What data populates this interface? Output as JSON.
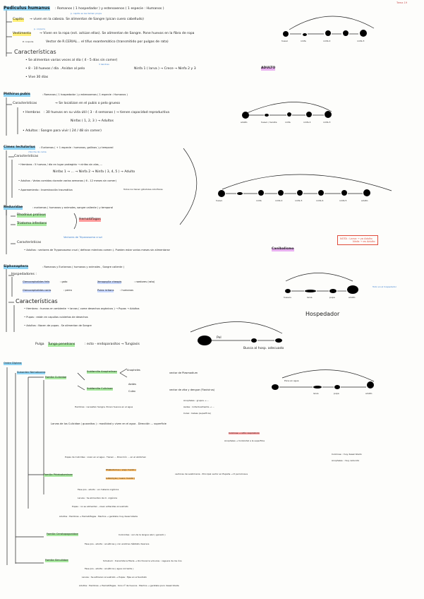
{
  "page_number": "Tema 19",
  "s1": {
    "title": "Pediculus humanus",
    "title_rest": ": Romanos ( 1 hospedador ) y estenoxenos ( 1 especie : Humanos )",
    "sub_note1": "p. capitis se les llaman piojos",
    "capitis_label": "Capitis",
    "capitis_text": "→ viven en la cabeza. Se alimentan de Sangre (pican cuero cabelludo)",
    "corporis_note": "p. corporis",
    "vestimenta_label": "Vestimenta",
    "vestimenta_text": "→ Viven en la ropa (ect. actúan ellas). Se alimentan de Sangre. Pone huevos en la fibra de ropa",
    "vector_note": "P. corporis",
    "vector_text": "Vector de R.CERIAL... el tifus exantemático (transmitido por pulgas de rata)",
    "caract_title": "Características",
    "c1": "• Se alimentan varias veces al día ( 4 - 5 días sin comer)",
    "c2_pre": "• 8 - 10 huevos / día . Anidan al pelo",
    "c2_mid": "Ninfa 1 ( larva ) → Crece → Ninfa 2 y 3",
    "c2_adulto": "ADULTO",
    "c2_note": "3 liendres",
    "c3": "• Vive 30 días",
    "diagram_labels": [
      "huevo",
      "ninfa",
      "ninfa 2",
      "ninfa 3"
    ]
  },
  "s2": {
    "title": "Phthirus pubis",
    "title_rest": ": Romanos ( 1 hospedador ) y estenoxenos ( 1 especie : Humanos )",
    "caract": "Características",
    "caract_text": "→ Se localizan en el pubis o pelo grueso",
    "h1_label": "• Hembras",
    "h1_text": ": 30 huevos en su vida útil ( 3 - 4 semanas ) → tienen capacidad reproductiva",
    "h1_sub": "Ninfas ( 1, 2, 3 ) → Adultos",
    "adultos": "• Adultos : Sangre para vivir ( 24 / 48 sin comer)",
    "diagram_labels": [
      "adulto",
      "huevo / liendre",
      "ninfa",
      "ninfa 2",
      "ninfa 3"
    ]
  },
  "s3": {
    "title": "Cimex lectularius",
    "title_rest": ": Euríxenos ( + 1 especie : humanos, gallinas ) y temporal",
    "note": "chinche de cama",
    "caract": "Características",
    "hembra": "• Hembras : 5 huevos / día en lugar protegido → ninfas sin alas, ...",
    "ninfas": "Ninfas 1 → ... → Ninfa 2 → Ninfa ( 3, 4, 5 ) → Adulto",
    "adultos": "• Adultos : Varias comidas durante varias semanas ( 6 - 12 meses sin comer)",
    "apareamiento": "• Apareamiento : Inseminación traumática",
    "apareamiento_note": "Todos los tienen glándulas odoríferas",
    "diagram_labels": [
      "huevo",
      "ninfa",
      "ninfa 2",
      "ninfa 3",
      "ninfa 4",
      "ninfa 5",
      "adulto"
    ]
  },
  "s4": {
    "title": "Reduvidae",
    "title_rest": ": euríxenos ( humanos y animales, sangre caliente ) y temporal",
    "rhodnius": "Rhodnius prolixus",
    "triatoma": "Triatoma infestans",
    "hematofagos": "Hematófagos",
    "caract": "Características",
    "caract_note": "Vectores de Tripanosoma cruzi",
    "adultos": "• Adultos : vectores de Trypanosoma cruzi ( defecan mientras comen ). Pueden estar varios meses sin alimentarse",
    "canibalismo": "Canibalismo",
    "nota_title": "NOTA :",
    "nota_l1": "Larva → ya Adulto",
    "nota_l2": "Ninfa → es Adulto"
  },
  "s5": {
    "title": "Siphonaptera",
    "title_rest": ": Romanos y Euríxenos ( humanos y animales , Sangre caliente )",
    "hosp": "Hospedadores :",
    "h1": "Ctenocephalides felis",
    "h1b": ": gato",
    "h1c": "Xenopsylla cheopis",
    "h1d": ": roedores (rata)",
    "h2": "Ctenocephalides canis",
    "h2b": ": perro",
    "h2c": "Pulex irritans",
    "h2d": ": humanos",
    "caract": "Características",
    "hembra": "• Hembras : huevos en ambiente → larvas ( come desechos orgánicos ) → Pupas → Adultos",
    "pupas": "• Pupas : están en capullos cubiertos de desechos",
    "adultos": "• Adultos : Nacen de pupas . Se alimentan de Sangre",
    "tunga_pre": "Pulga",
    "tunga": "Tunga penetrans",
    "tunga_rest": ": ecto - endoparasitos → Tungiasis",
    "hospedador": "Hospedador",
    "todo": "Todo en el hospedador",
    "diagram_labels": [
      "huevos",
      "larva",
      "pupa",
      "adulto",
      "Pel",
      "Busca al hosp. adecuado"
    ]
  },
  "s6": {
    "orden": "Orden Díptera",
    "suborden": "Suborden Nematocera",
    "fam1": "Familia Culicidae",
    "anopheles": "Subfamilia Anophelinae",
    "anopheles2": "Anopheles",
    "culicinae": "Subfamilia Culicinae",
    "aedes": "Aedes",
    "culex": "Culex",
    "plasmodium": "vector de Plasmodium",
    "aedes_vec": "vector de zika y dengue (Flavivirus)",
    "hembras_text": "Hembras : necesitan Sangre. Ponen huevos en el agua",
    "huevo_a": "Anopheles : grupos → ...",
    "huevo_b": "Aedes : individualmente → ...",
    "huevo_c": "Culex : balsas (superficie)",
    "larvas": "Larvas de los Culicidae ( gusanitos ) : movilidad y viven en el agua . Dirección ... superficie",
    "culicinae_l": "Culicinae → sifón respiratorio",
    "anopheles_l": "Anopheles → horizontal a la superficie",
    "pupas": "Pupas de Culicidae : viven en el agua . Tienen ... Dirección ... en el abdomen",
    "pupas_note1": "Culicinae : muy desarrollado",
    "pupas_note2": "Anopheles : muy reducido",
    "fam2": "Familia Phlebotominae",
    "phleb1": "Phlebotomus ( viejo mundo )",
    "phleb2": "Lutzomyia ( nuevo mundo )",
    "leish": "vectores de Leishmania . Principal vector en España → P. perniciosus",
    "fase": "Fase pre - adulto : en materia orgánica",
    "larvas2": "Larvas : Se alimentan de m. orgánica",
    "pupas2": "Pupas : no se alimentan , viven adheridas al sustrato",
    "adultos2": "Adultos : Hembras → Hematófagas . Machos → genitalia muy desarrollada",
    "fam3": "Familia Ceratopogonidae",
    "culicoides": "Culicoides : son de la lengua azul ( ganado )",
    "fase3": "Fase pre - adulta : acuáticas y con enzimas hábitats diversos",
    "fam4": "Familia Simuliidae",
    "simulium": "Simulium : transmite la filaria → Onchocerca volvulus : ceguera de los ríos",
    "fase4": "Fase pre - adulta : acuáticos ( agua corriente )",
    "larvas4": "Larvas : Se adhieren al sustrato → Pupas : fijas en el Sustrato",
    "adultos4": "Adultos : Hembras → Hematófagas . Sino nº de huevos . Machos → genitalia poco desarrollada",
    "diagram_labels": [
      "Pone en agua",
      "larva",
      "pupa",
      "adulto"
    ]
  }
}
